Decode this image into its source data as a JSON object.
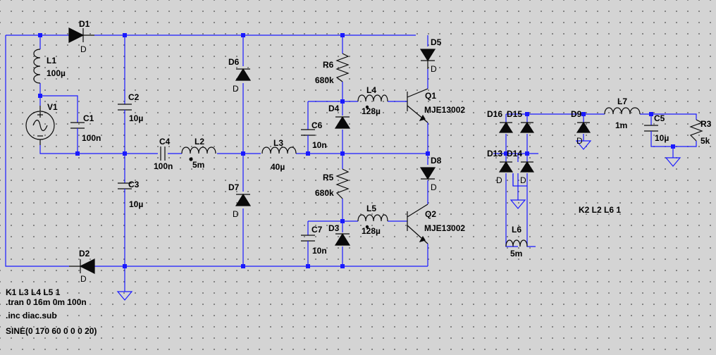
{
  "components": {
    "D1": {
      "name": "D1",
      "model": "D"
    },
    "D2": {
      "name": "D2",
      "model": "D"
    },
    "D3": {
      "name": "D3",
      "model": ""
    },
    "D4": {
      "name": "D4",
      "model": ""
    },
    "D5": {
      "name": "D5",
      "model": "D"
    },
    "D6": {
      "name": "D6",
      "model": "D"
    },
    "D7": {
      "name": "D7",
      "model": "D"
    },
    "D8": {
      "name": "D8",
      "model": "D"
    },
    "D9": {
      "name": "D9",
      "model": "D"
    },
    "D13": {
      "name": "D13",
      "model": "D"
    },
    "D14": {
      "name": "D14",
      "model": "D"
    },
    "D15": {
      "name": "D15",
      "model": ""
    },
    "D16": {
      "name": "D16",
      "model": ""
    },
    "L1": {
      "name": "L1",
      "value": "100µ"
    },
    "L2": {
      "name": "L2",
      "value": "5m"
    },
    "L3": {
      "name": "L3",
      "value": "40µ"
    },
    "L4": {
      "name": "L4",
      "value": "128µ"
    },
    "L5": {
      "name": "L5",
      "value": "128µ"
    },
    "L6": {
      "name": "L6",
      "value": "5m"
    },
    "L7": {
      "name": "L7",
      "value": "1m"
    },
    "C1": {
      "name": "C1",
      "value": "100n"
    },
    "C2": {
      "name": "C2",
      "value": "10µ"
    },
    "C3": {
      "name": "C3",
      "value": "10µ"
    },
    "C4": {
      "name": "C4",
      "value": "100n"
    },
    "C5": {
      "name": "C5",
      "value": "10µ"
    },
    "C6": {
      "name": "C6",
      "value": "10n"
    },
    "C7": {
      "name": "C7",
      "value": "10n"
    },
    "R3": {
      "name": "R3",
      "value": "5k"
    },
    "R5": {
      "name": "R5",
      "value": "680k"
    },
    "R6": {
      "name": "R6",
      "value": "680k"
    },
    "Q1": {
      "name": "Q1",
      "model": "MJE13002"
    },
    "Q2": {
      "name": "Q2",
      "model": "MJE13002"
    },
    "V1": {
      "name": "V1"
    }
  },
  "directives": {
    "coupling1": "K1 L3 L4 L5 1",
    "tran": ".tran 0 16m 0m 100n",
    "include": ".inc diac.sub",
    "source": "SINE(0 170 60 0 0 0 20)",
    "coupling2": "K2 L2 L6 1"
  },
  "colors": {
    "background": "#d4d4d4",
    "wire": "#1a1aff",
    "component": "#0a0a0a",
    "grid_dot": "#6e6e6e"
  }
}
